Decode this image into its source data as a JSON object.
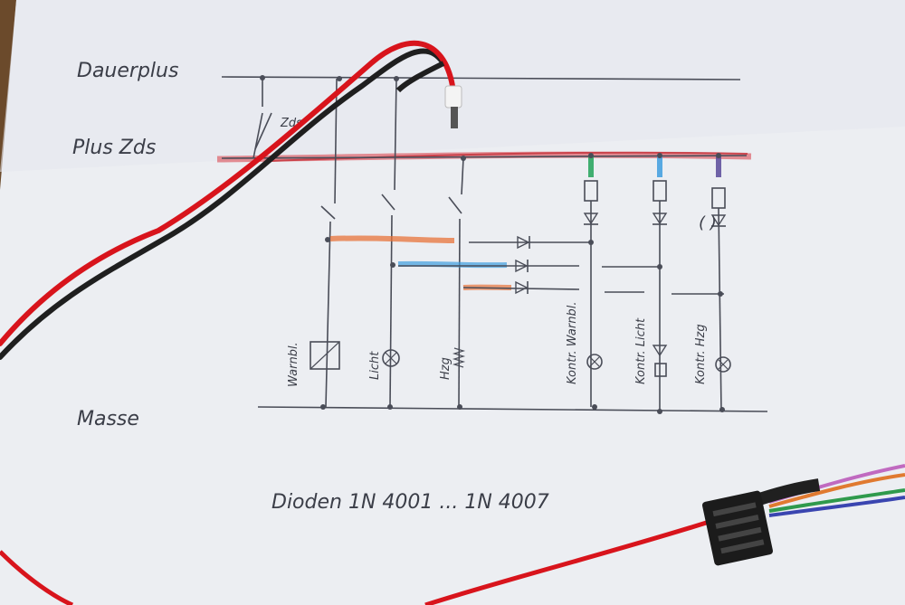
{
  "rails": {
    "dauerplus": "Dauerplus",
    "plus_zuendschloss": "Plus Zds",
    "masse": "Masse"
  },
  "switch_label": "Zds",
  "loads": {
    "warnblinker": "Warnbl.",
    "licht": "Licht",
    "heizung": "Hzg"
  },
  "indicators": {
    "kontr_warnbl": "Kontr. Warnbl.",
    "kontr_licht": "Kontr. Licht",
    "kontr_hzg": "Kontr. Hzg"
  },
  "optional_mark": "( )",
  "note": "Dioden   1N 4001 ... 1N 4007",
  "colors": {
    "paper": "#eceef2",
    "ink": "#4a4d58",
    "red_wire": "#d8141c",
    "orange_marker": "#e8733a",
    "blue_marker": "#3f9ee0",
    "green_marker": "#23a35a",
    "purple_marker": "#5a4a9a",
    "wood": "#6b4a2b"
  }
}
